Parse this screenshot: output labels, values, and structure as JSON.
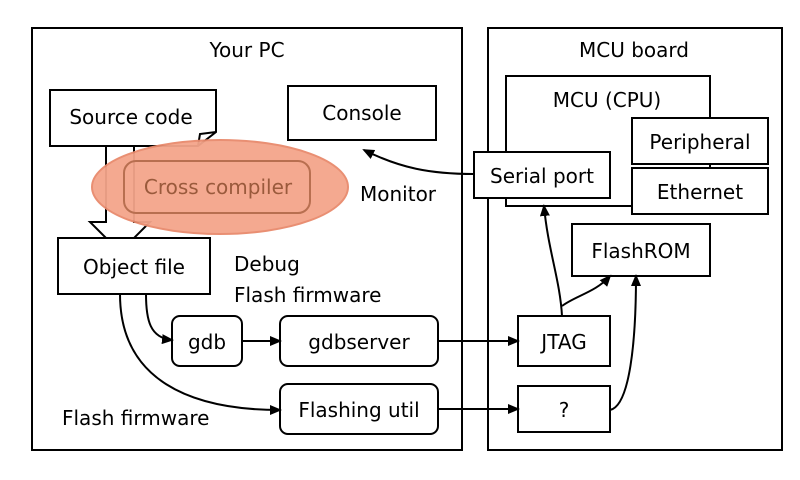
{
  "containers": {
    "pc_title": "Your PC",
    "mcu_board_title": "MCU board",
    "mcu_title": "MCU (CPU)"
  },
  "nodes": {
    "source_code": "Source code",
    "console": "Console",
    "cross_compiler": "Cross compiler",
    "object_file": "Object file",
    "gdb": "gdb",
    "gdbserver": "gdbserver",
    "flashing_util": "Flashing util",
    "serial_port": "Serial port",
    "peripheral": "Peripheral",
    "ethernet": "Ethernet",
    "flashrom": "FlashROM",
    "jtag": "JTAG",
    "unknown": "?"
  },
  "annotations": {
    "monitor": "Monitor",
    "debug": "Debug",
    "flash_firmware_upper": "Flash firmware",
    "flash_firmware_lower": "Flash firmware"
  },
  "colors": {
    "highlight_fill": "#f4a58b",
    "highlight_stroke": "#e88a6c",
    "stroke": "#000000",
    "cross_text": "#9a5a3c"
  }
}
